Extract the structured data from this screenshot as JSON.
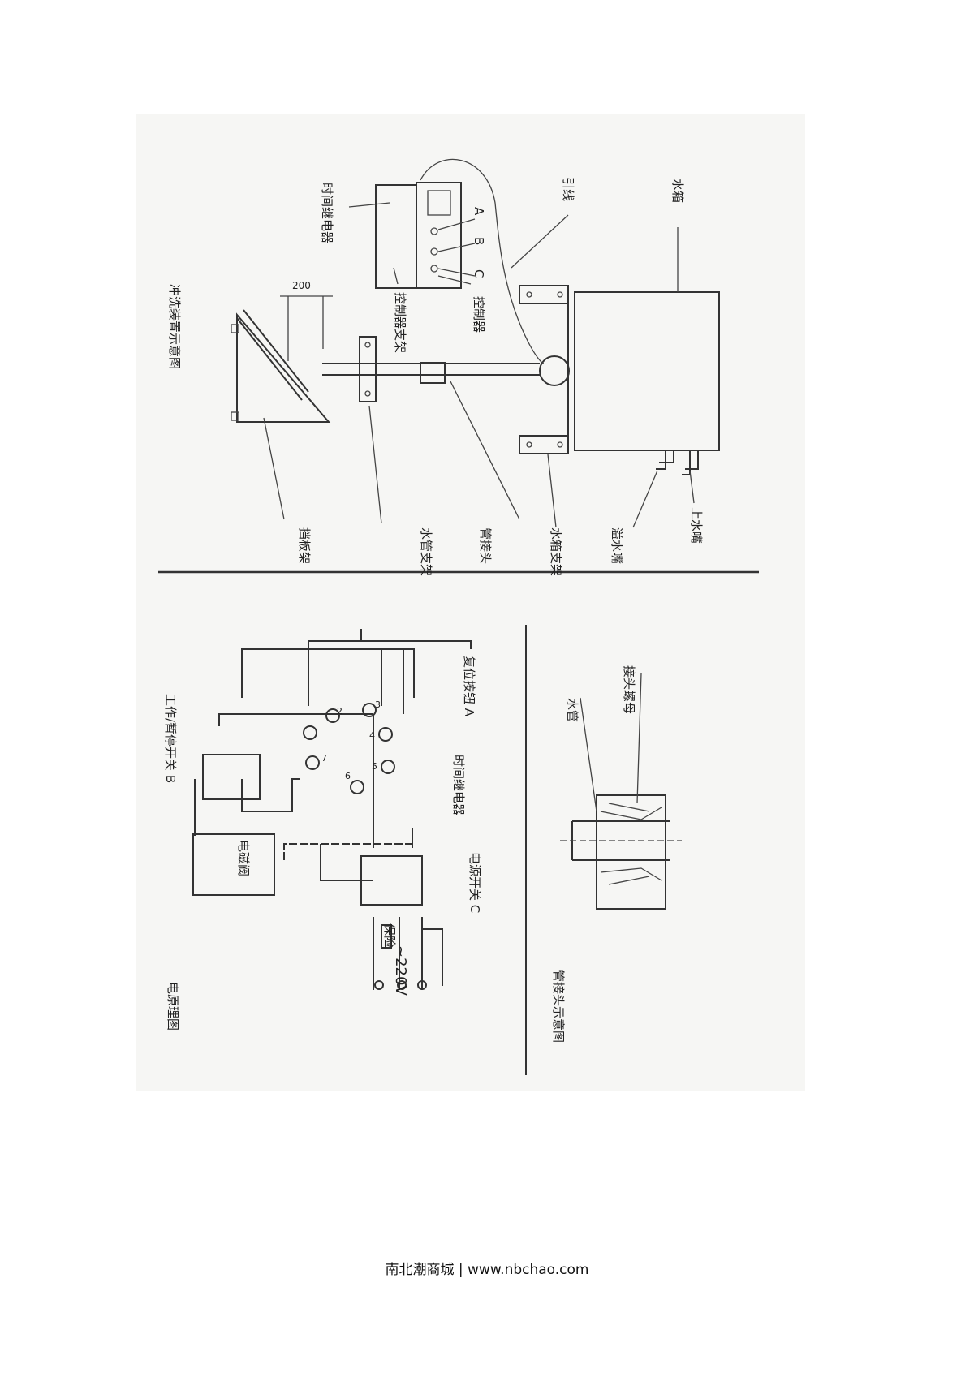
{
  "top_diagram": {
    "title": "冲洗装置示意图",
    "labels": {
      "water_tank": "水箱",
      "lead_wire": "引线",
      "timer_relay": "时间继电器",
      "button_a": "A",
      "button_b": "B",
      "button_c": "C",
      "controller": "控制器",
      "controller_bracket": "控制器支架",
      "dimension": "200",
      "baffle_frame": "挡板架",
      "pipe_bracket": "水管支架",
      "pipe_joint": "管接头",
      "tank_bracket": "水箱支架",
      "overflow_nozzle": "溢水嘴",
      "inlet_nozzle": "上水嘴"
    }
  },
  "circuit_diagram": {
    "title": "电原理图",
    "labels": {
      "reset_button": "复位按钮 A",
      "timer_relay": "时间继电器",
      "work_pause_switch": "工作/暂停开关 B",
      "solenoid_valve": "电磁阀",
      "power_switch": "电源开关 C",
      "fuse": "保险",
      "voltage": "~220V",
      "terminals": [
        "2",
        "3",
        "4",
        "5",
        "6",
        "7"
      ]
    }
  },
  "joint_diagram": {
    "title": "管接头示意图",
    "labels": {
      "pipe": "水管",
      "joint_nut": "接头螺母"
    }
  },
  "footer": "南北潮商城 | www.nbchao.com"
}
